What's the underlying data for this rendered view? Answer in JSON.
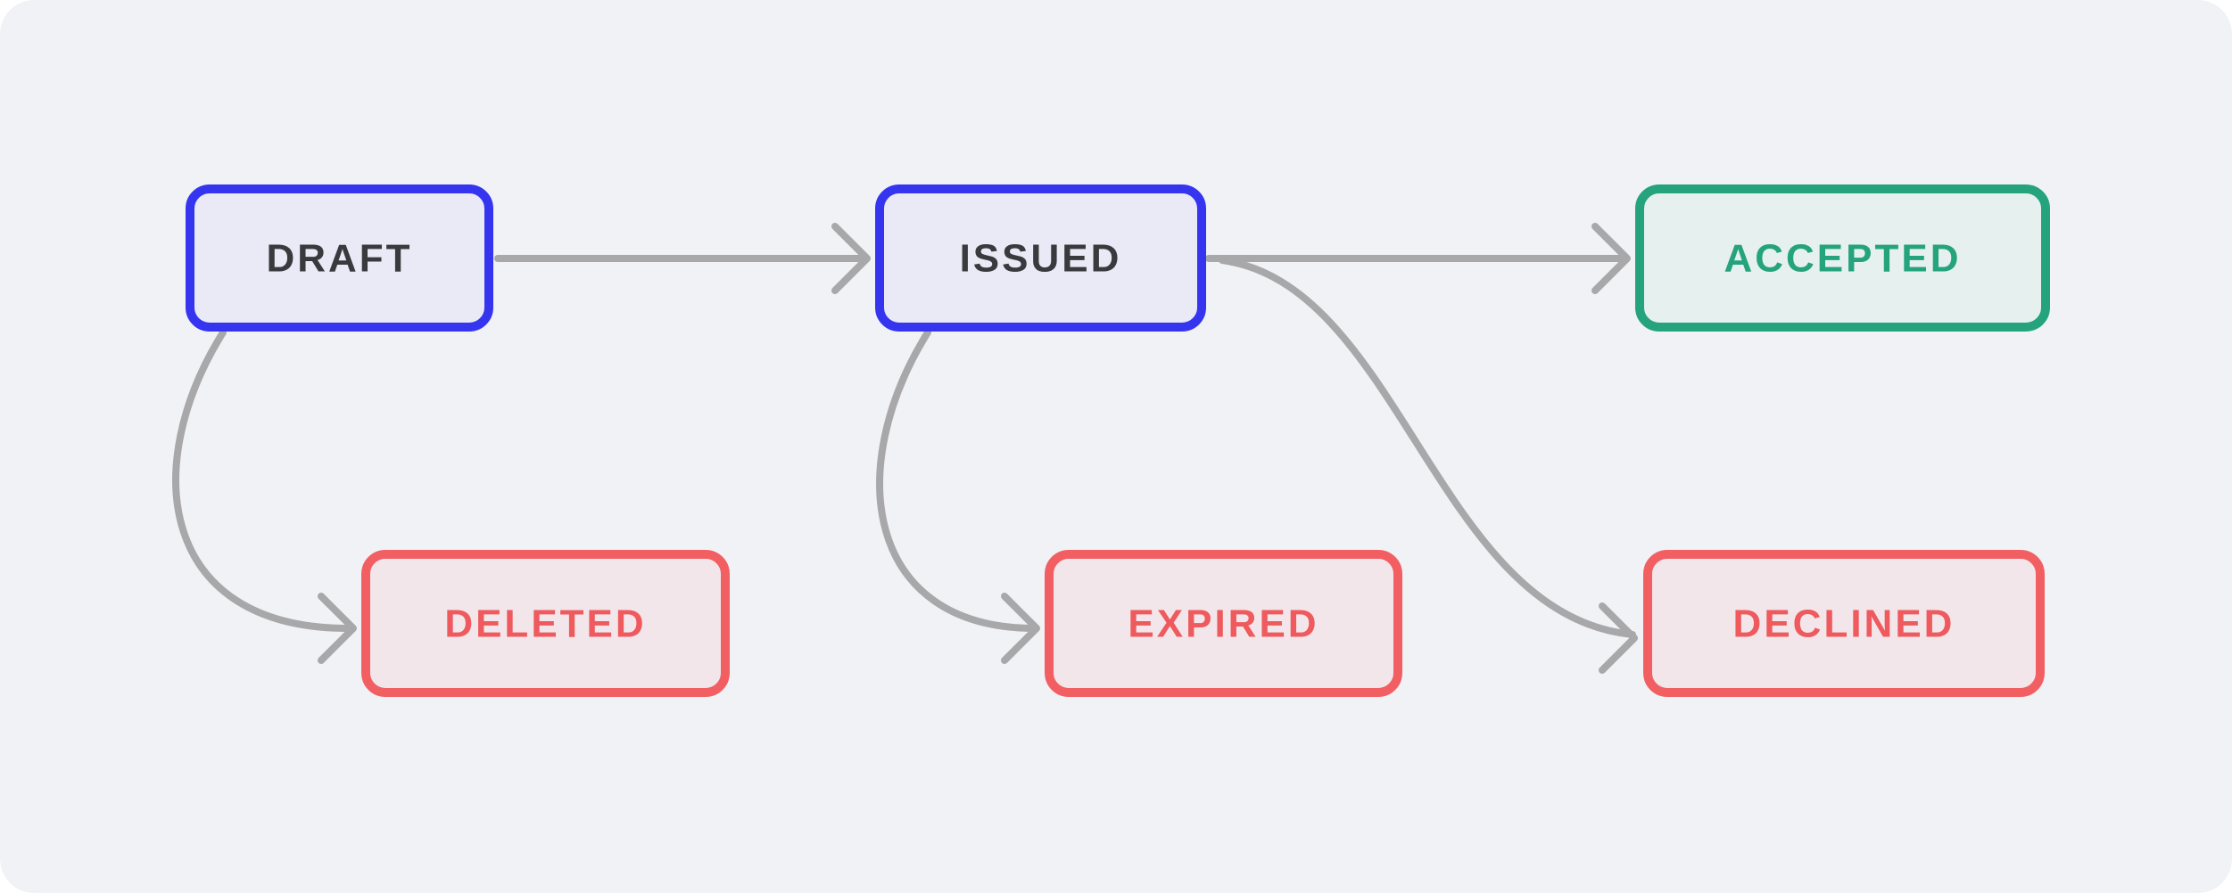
{
  "colors": {
    "background": "#F1F2F6",
    "edge": "#A8A8AA",
    "active_border": "#3535F0",
    "active_fill": "#EAEAF7",
    "active_text": "#3A3A3E",
    "success_border": "#25A37D",
    "success_fill": "#E6F0EF",
    "success_text": "#25A37D",
    "error_border": "#F25F62",
    "error_fill": "#F3E6EA",
    "error_text": "#EE5A5D"
  },
  "nodes": {
    "draft": "DRAFT",
    "issued": "ISSUED",
    "accepted": "ACCEPTED",
    "deleted": "DELETED",
    "expired": "EXPIRED",
    "declined": "DECLINED"
  }
}
